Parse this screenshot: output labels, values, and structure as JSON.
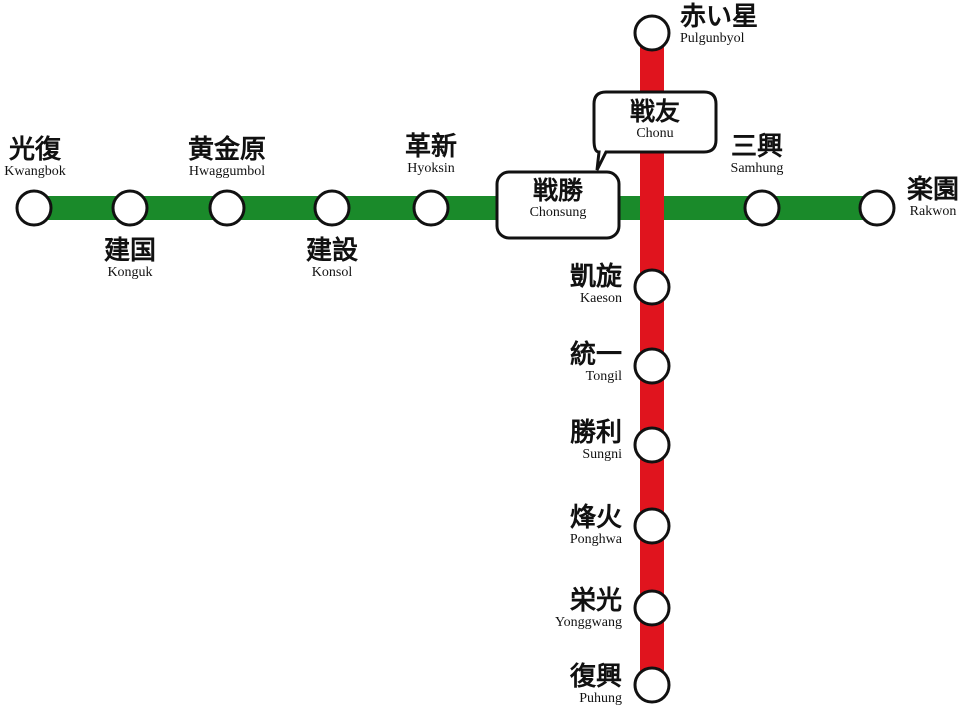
{
  "colors": {
    "green_line": "#1a8a2a",
    "red_line": "#e0141e",
    "station_stroke": "#111111",
    "station_fill": "#ffffff"
  },
  "lines": [
    {
      "id": "green",
      "color": "#1a8a2a",
      "stations": [
        {
          "kanji": "光復",
          "roman": "Kwangbok"
        },
        {
          "kanji": "建国",
          "roman": "Konguk"
        },
        {
          "kanji": "黄金原",
          "roman": "Hwaggumbol"
        },
        {
          "kanji": "建設",
          "roman": "Konsol"
        },
        {
          "kanji": "革新",
          "roman": "Hyoksin"
        },
        {
          "kanji": "戦勝",
          "roman": "Chonsung"
        },
        {
          "kanji": "三興",
          "roman": "Samhung"
        },
        {
          "kanji": "楽園",
          "roman": "Rakwon"
        }
      ]
    },
    {
      "id": "red",
      "color": "#e0141e",
      "stations": [
        {
          "kanji": "赤い星",
          "roman": "Pulgunbyol"
        },
        {
          "kanji": "戦友",
          "roman": "Chonu"
        },
        {
          "kanji": "凱旋",
          "roman": "Kaeson"
        },
        {
          "kanji": "統一",
          "roman": "Tongil"
        },
        {
          "kanji": "勝利",
          "roman": "Sungni"
        },
        {
          "kanji": "烽火",
          "roman": "Ponghwa"
        },
        {
          "kanji": "栄光",
          "roman": "Yonggwang"
        },
        {
          "kanji": "復興",
          "roman": "Puhung"
        }
      ]
    }
  ]
}
